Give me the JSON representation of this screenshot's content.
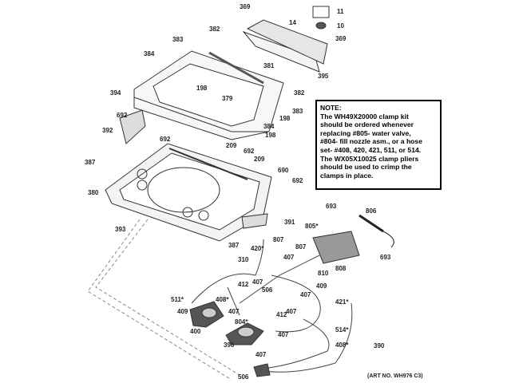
{
  "note": {
    "heading": "NOTE:",
    "lines": [
      "The WH49X20000 clamp kit",
      "should be ordered whenever",
      "replacing #805- water valve,",
      "#804- fill nozzle asm., or a hose",
      "set- #408, 420, 421, 511, or 514.",
      "The WX05X10025 clamp pliers",
      "should be used to crimp the",
      "clamps in place."
    ]
  },
  "art_number": "(ART NO. WH976 C3)",
  "part_labels": [
    "369",
    "11",
    "14",
    "10",
    "369",
    "382",
    "383",
    "384",
    "381",
    "395",
    "382",
    "394",
    "198",
    "379",
    "383",
    "198",
    "692",
    "384",
    "392",
    "692",
    "198",
    "209",
    "692",
    "209",
    "387",
    "690",
    "692",
    "380",
    "391",
    "393",
    "387",
    "805*",
    "693",
    "806",
    "693",
    "807",
    "807",
    "808",
    "420*",
    "407",
    "310",
    "810",
    "409",
    "412",
    "407",
    "506",
    "511*",
    "408*",
    "407",
    "421*",
    "409",
    "407",
    "412",
    "407",
    "804*",
    "514*",
    "400",
    "407",
    "396",
    "408*",
    "390",
    "407",
    "506"
  ]
}
